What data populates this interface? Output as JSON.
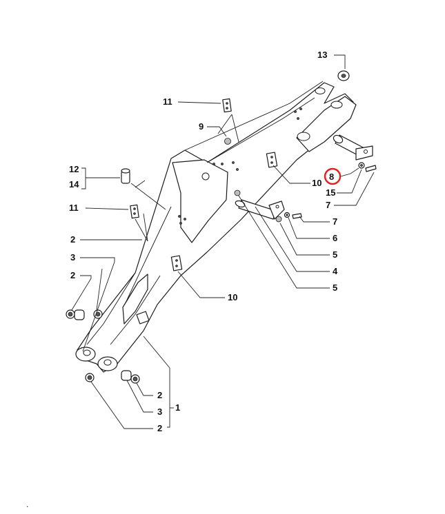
{
  "diagram": {
    "callouts": [
      {
        "id": "c13",
        "text": "13"
      },
      {
        "id": "c11a",
        "text": "11"
      },
      {
        "id": "c9",
        "text": "9"
      },
      {
        "id": "c12",
        "text": "12"
      },
      {
        "id": "c14",
        "text": "14"
      },
      {
        "id": "c11b",
        "text": "11"
      },
      {
        "id": "c2a",
        "text": "2"
      },
      {
        "id": "c3a",
        "text": "3"
      },
      {
        "id": "c2b",
        "text": "2"
      },
      {
        "id": "c8",
        "text": "8"
      },
      {
        "id": "c15",
        "text": "15"
      },
      {
        "id": "c7a",
        "text": "7"
      },
      {
        "id": "c10a",
        "text": "10"
      },
      {
        "id": "c7b",
        "text": "7"
      },
      {
        "id": "c6",
        "text": "6"
      },
      {
        "id": "c5a",
        "text": "5"
      },
      {
        "id": "c4",
        "text": "4"
      },
      {
        "id": "c5b",
        "text": "5"
      },
      {
        "id": "c10b",
        "text": "10"
      },
      {
        "id": "c2c",
        "text": "2"
      },
      {
        "id": "c3b",
        "text": "3"
      },
      {
        "id": "c1",
        "text": "1"
      },
      {
        "id": "c2d",
        "text": "2"
      }
    ],
    "highlighted_part": "8",
    "highlight_color": "#e02020",
    "footer_mark": "."
  }
}
